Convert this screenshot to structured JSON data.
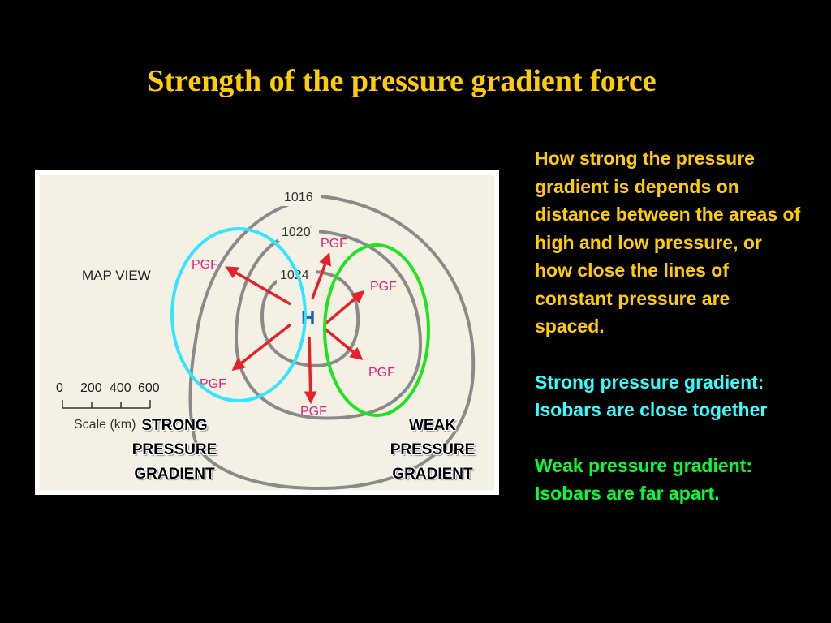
{
  "slide": {
    "title": "Strength of the pressure gradient force"
  },
  "map": {
    "view_label": "MAP VIEW",
    "center_label": "H",
    "isobars": [
      "1016",
      "1020",
      "1024"
    ],
    "arrow_label": "PGF",
    "scale": {
      "ticks": [
        "0",
        "200",
        "400",
        "600"
      ],
      "label": "Scale (km)"
    },
    "strong_label": [
      "STRONG",
      "PRESSURE",
      "GRADIENT"
    ],
    "weak_label": [
      "WEAK",
      "PRESSURE",
      "GRADIENT"
    ]
  },
  "text": {
    "intro": "How strong the pressure gradient is depends on distance between the areas of high and low pressure, or how close the lines of constant pressure are spaced.",
    "strong": "Strong pressure gradient:  Isobars are close together",
    "weak": "Weak pressure gradient: Isobars are far apart."
  },
  "colors": {
    "title": "#FFCC00",
    "isobar": "#8A8A8A",
    "arrow": "#E8202A",
    "pgf_label": "#E0207A",
    "center": "#1A5FB4",
    "strong_ellipse": "#33E5FF",
    "weak_ellipse": "#1FE51F",
    "intro_text": "#FFCC00",
    "strong_text": "#33FFFF",
    "weak_text": "#00FF33"
  }
}
